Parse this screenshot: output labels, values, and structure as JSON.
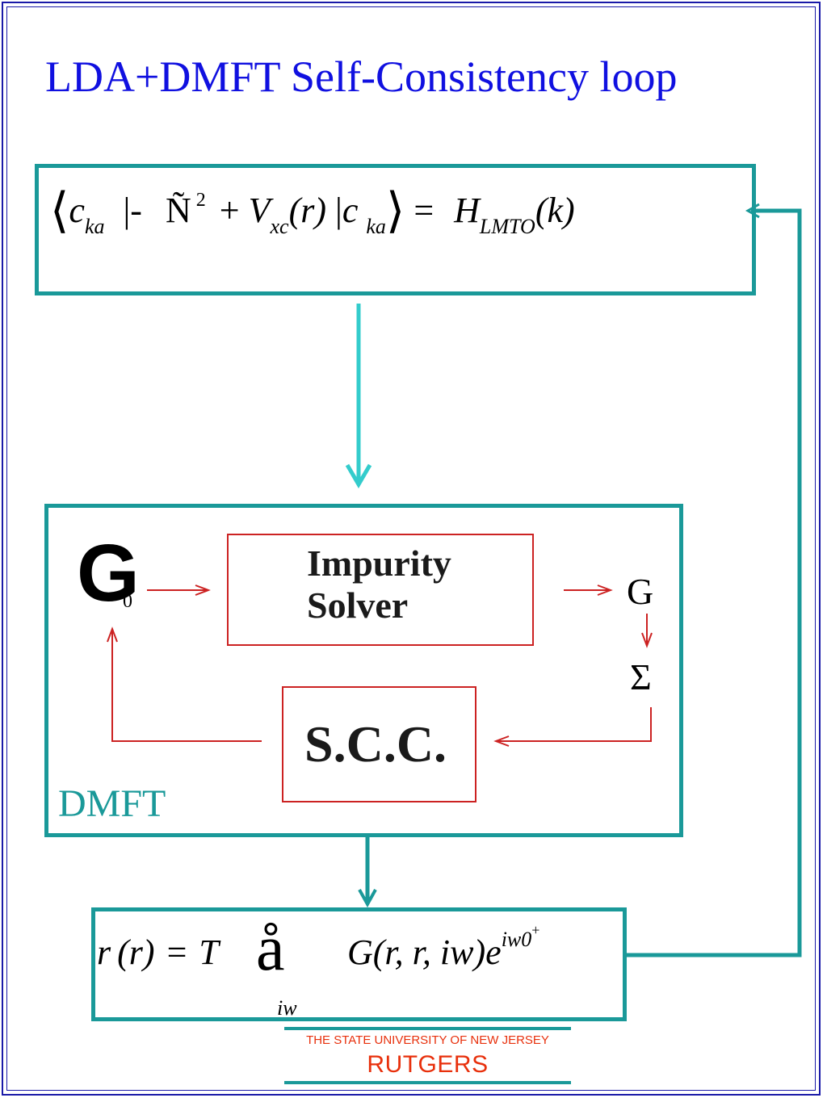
{
  "title": "LDA+DMFT Self-Consistency loop",
  "lda_equation": {
    "c1": "c",
    "sub1": "ka",
    "minus": "|-",
    "nabla": "Ñ",
    "sq": "2",
    "plus": "+",
    "V": "V",
    "vsub": "xc",
    "rarg": "(r)",
    "bar": "|",
    "c2": "c",
    "sub2": "ka",
    "eq": "=",
    "H": "H",
    "hsub": "LMTO",
    "karg": "(k)"
  },
  "dmft": {
    "g0_symbol": "G",
    "g0_subscript": "0",
    "impurity_solver_line1": "Impurity",
    "impurity_solver_line2": "Solver",
    "g_symbol": "G",
    "sigma_symbol": "Σ",
    "scc_label": "S.C.C.",
    "section_label": "DMFT"
  },
  "density_equation": {
    "lhs": "r",
    "lhs_arg": "(r)",
    "eq": "=",
    "T": "T",
    "sum": "å",
    "sum_sub": "iw",
    "G": "G",
    "G_args": "(r, r, iw)",
    "e": "e",
    "exp": "iw0",
    "exp_plus": "+"
  },
  "logo": {
    "subtitle": "THE STATE UNIVERSITY OF NEW JERSEY",
    "name": "RUTGERS"
  },
  "colors": {
    "title": "#1010e0",
    "box": "#1a9999",
    "arrow_cyan": "#33cccc",
    "red": "#cc2222",
    "logo": "#e8300c"
  }
}
